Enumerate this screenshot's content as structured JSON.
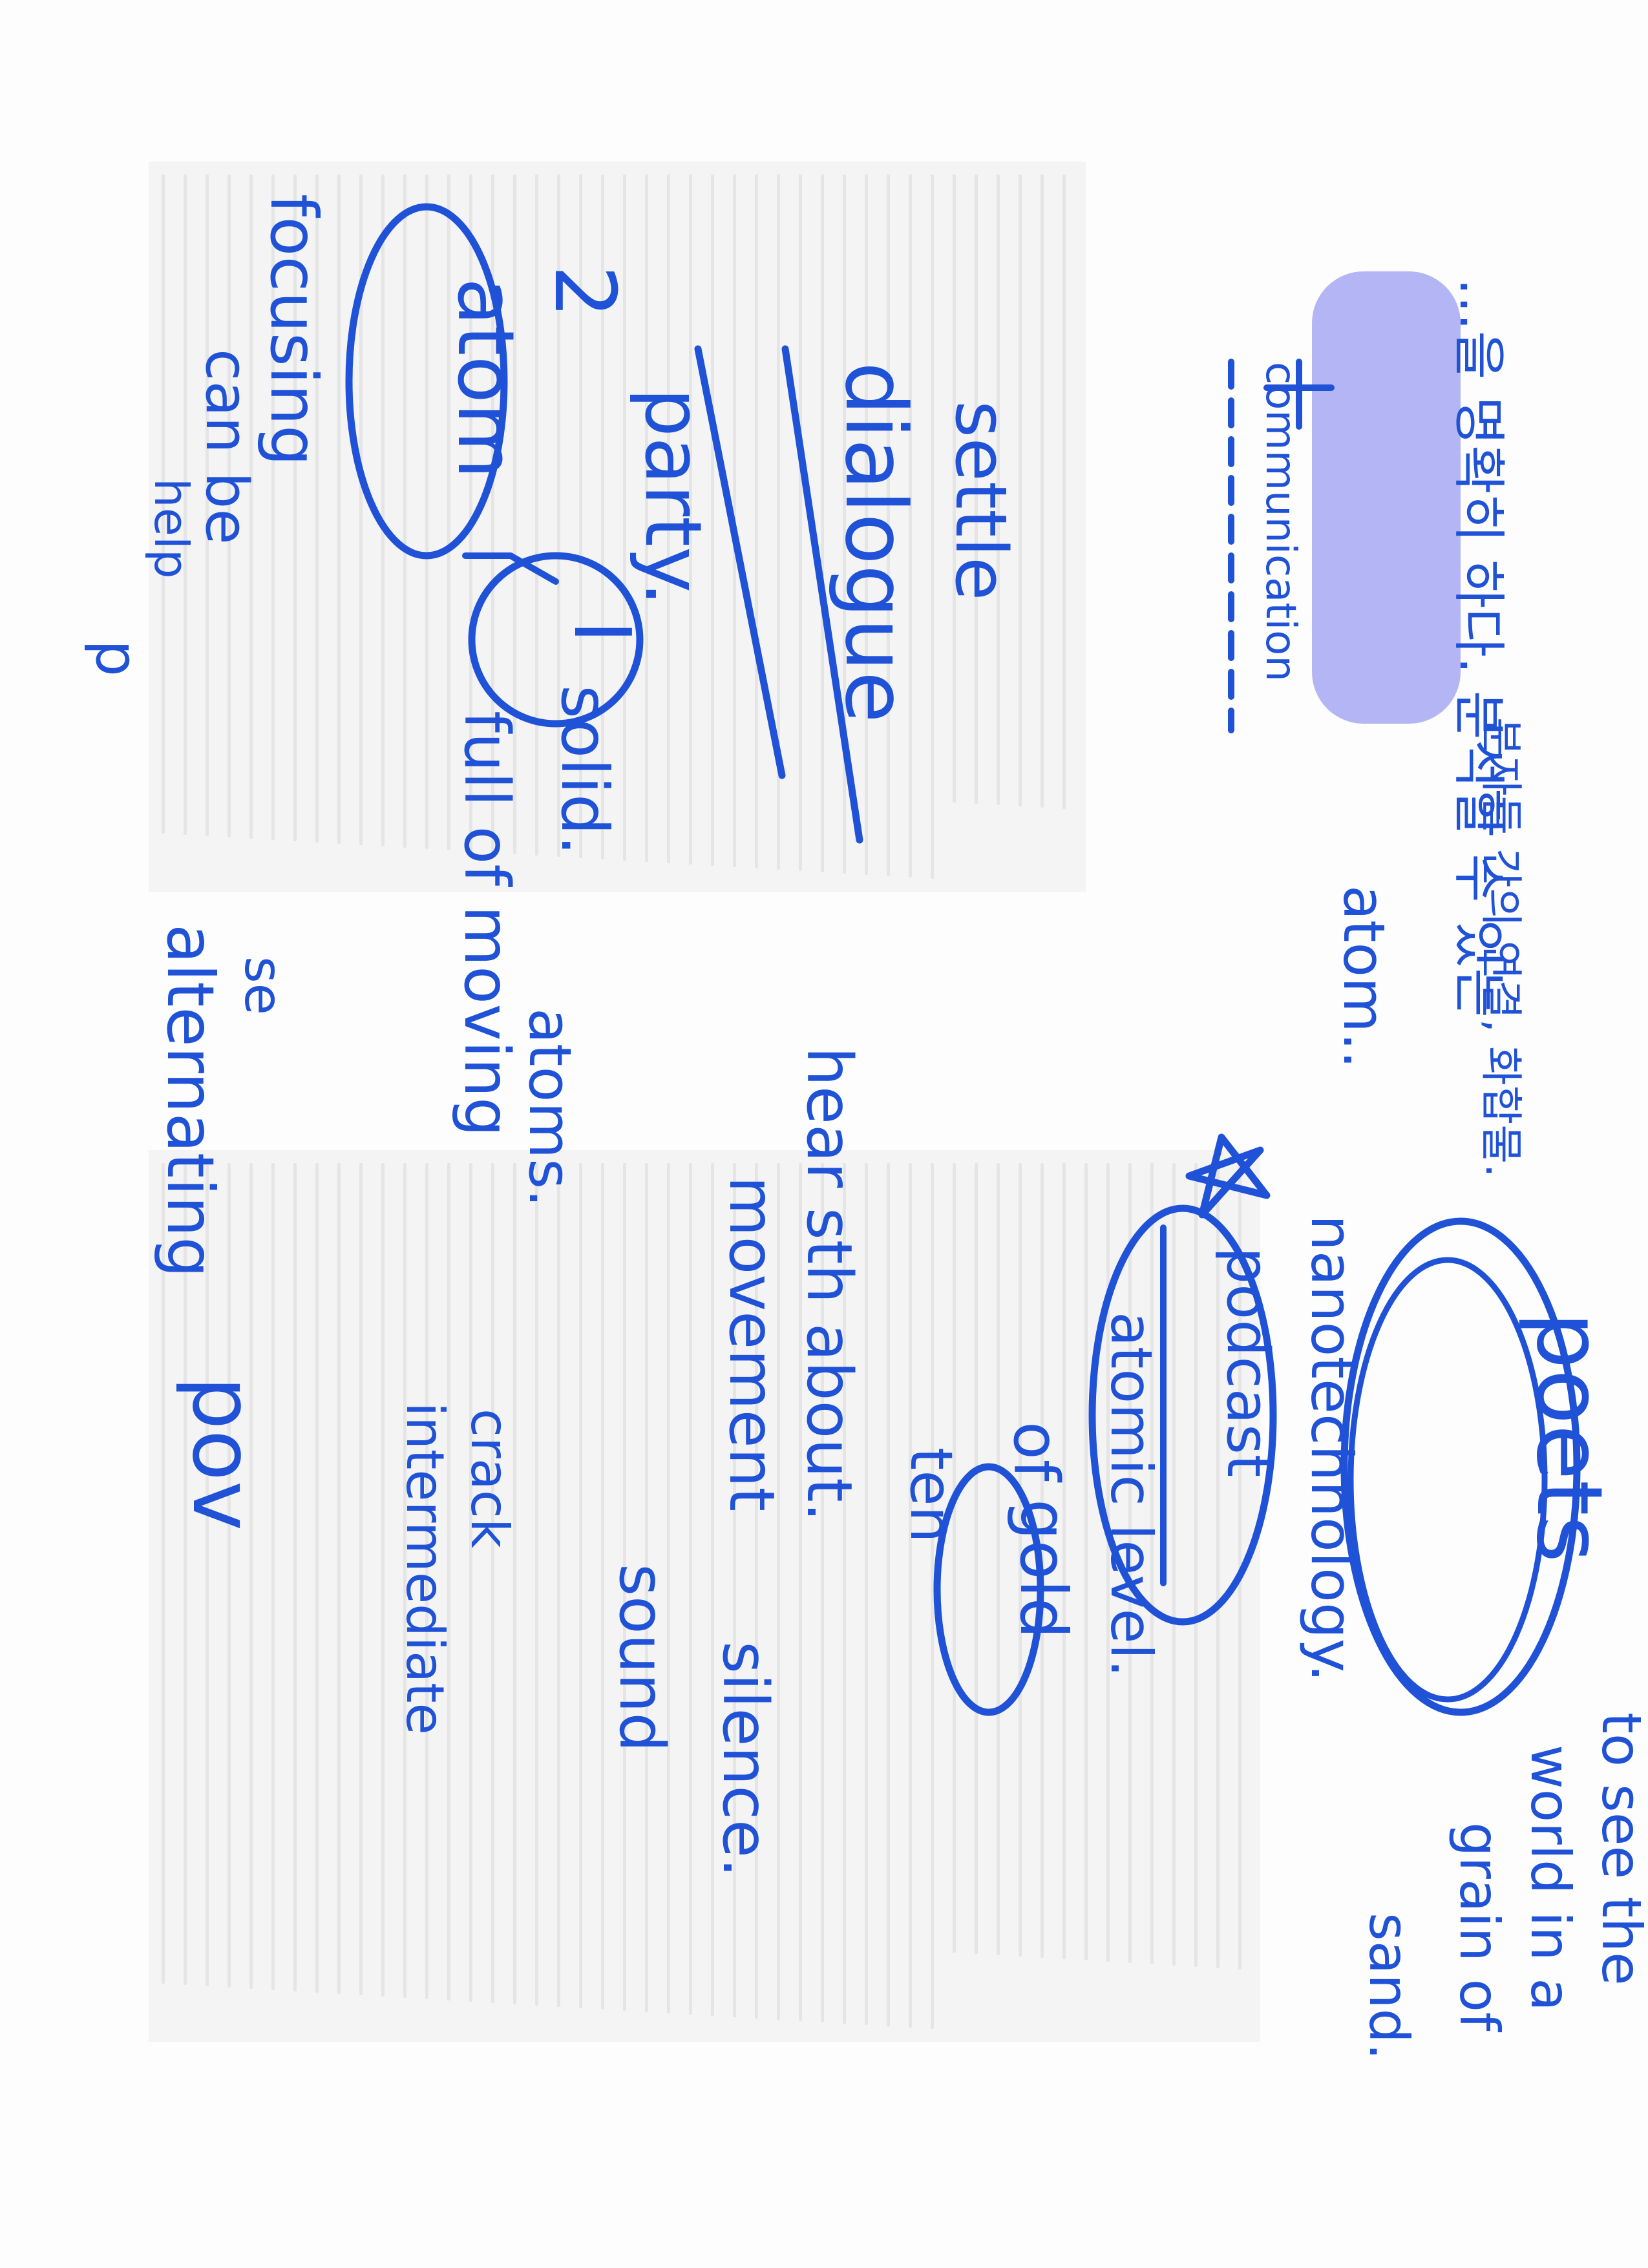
{
  "annotations": {
    "korean_heading": "…을 명확히 하다. 분석할 수 있는",
    "communication": "communication",
    "korean_note": "분자들 간의 연결, 화합물.",
    "atom_dots": "atom..",
    "to_see": "to see the",
    "world_in_a": "world in a",
    "grain_of": "grain of",
    "sand": "sand.",
    "poets": "poets",
    "nanotechnology": "nanotechnology.",
    "podcast": "podcast",
    "atomic_level": "atomic level.",
    "of_gold": "of",
    "gold": "gold",
    "ten": "ten",
    "settle": "settle",
    "dialogue": "dialogue",
    "party": "party.",
    "solid": "solid.",
    "full_of_moving": "full of moving",
    "atoms": "atoms.",
    "hear_sth_about": "hear sth about.",
    "movement": "movement",
    "silence": "silence.",
    "sound": "sound",
    "crack": "crack",
    "intermediate": "intermediate",
    "focusing": "focusing",
    "can_be": "can be",
    "help": "help",
    "p": "p",
    "alternating": "alternating",
    "se": "se",
    "pov": "pov",
    "number_2": "2",
    "atom_circled": "atom",
    "i_circled": "I"
  },
  "colors": {
    "ink": "#1f52d6",
    "paper": "#fdfdfd"
  }
}
